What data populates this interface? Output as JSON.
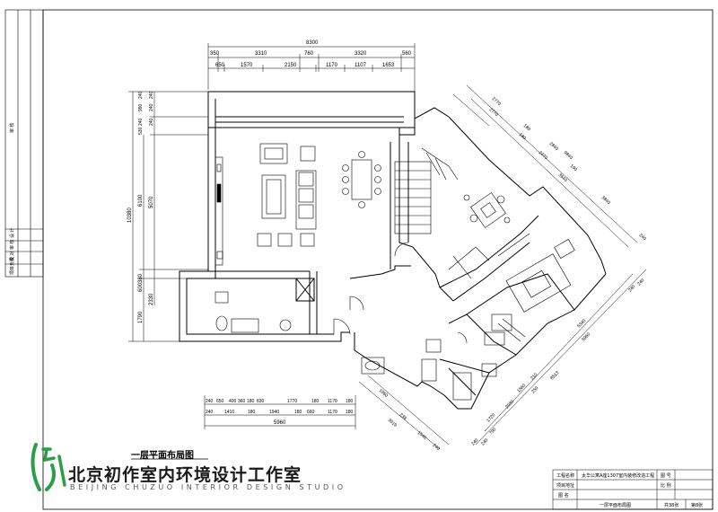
{
  "drawing": {
    "title": "一层平面布局图",
    "studio_name_cn": "北京初作室内环境设计工作室",
    "studio_name_en": "BEIJING CHUZUO INTERIOR DESIGN STUDIO"
  },
  "dimensions": {
    "top_total": "8300",
    "top_row1": [
      "350",
      "3310",
      "760",
      "3320",
      "560"
    ],
    "top_row2": [
      "650",
      "1570",
      "2150",
      "1170",
      "1107",
      "1653"
    ],
    "left_total": "10380",
    "left_mid": [
      "6100",
      "2330",
      "1790"
    ],
    "left_inner": [
      "5070",
      "600380"
    ],
    "left_top_stack": [
      "240",
      "990",
      "240",
      "240",
      "530",
      "240",
      "240"
    ],
    "bottom_total": "5960",
    "bottom_row1": [
      "240",
      "650",
      "400",
      "360",
      "180",
      "830",
      "1770",
      "180",
      "1170",
      "180"
    ],
    "bottom_row2": [
      "240",
      "1410",
      "180",
      "1940",
      "180",
      "660",
      "1170",
      "180"
    ],
    "right_upper": [
      "2770",
      "2770",
      "180",
      "180",
      "2840",
      "2470",
      "190",
      "3640",
      "3840",
      "9840",
      "240"
    ],
    "right_lower": [
      "240",
      "240",
      "5340",
      "5960",
      "210",
      "1560",
      "250",
      "2030",
      "8513",
      "1720",
      "790",
      "240",
      "240"
    ],
    "lower_left": [
      "1960",
      "3919",
      "238",
      "1540",
      "240"
    ]
  },
  "title_block": {
    "project_name_label": "工程名称",
    "project_name_value": "太华公寓A座1307室内装修改造工程",
    "project_address_label": "项目地址",
    "drawing_name_label": "图 名",
    "drawing_name_value": "一层平面布局图",
    "drawing_no_label": "图 号",
    "scale_label": "比 例",
    "total_sheets": "共38张",
    "sheet_no": "第8张"
  },
  "left_margin_block": {
    "label_top": "审 核",
    "labels_bottom": [
      "设 计",
      "审 核",
      "校 对",
      "项目负责"
    ]
  }
}
